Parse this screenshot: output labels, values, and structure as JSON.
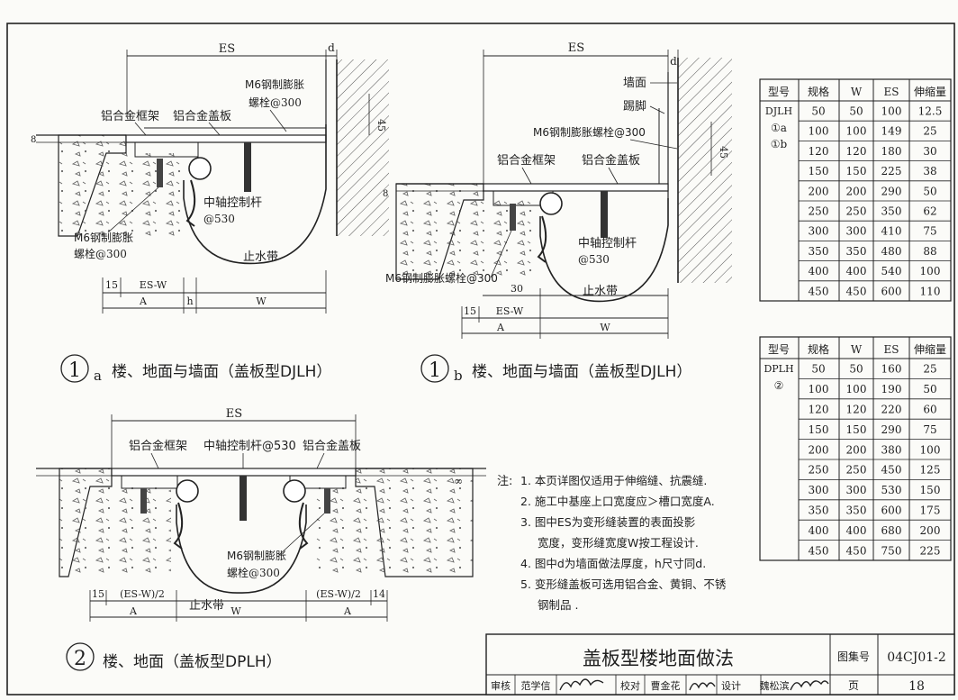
{
  "fig1a": {
    "dim_es": "ES",
    "dim_d": "d",
    "dim_45": "45",
    "dim_8": "8",
    "label_frame": "铝合金框架",
    "label_cover": "铝合金盖板",
    "label_bolt_top_1": "M6钢制膨胀",
    "label_bolt_top_2": "螺栓@300",
    "label_rod_1": "中轴控制杆",
    "label_rod_2": "@530",
    "label_bolt_bot_1": "M6钢制膨胀",
    "label_bolt_bot_2": "螺栓@300",
    "label_waterstop": "止水带",
    "dim_15": "15",
    "dim_esw": "ES-W",
    "dim_a": "A",
    "dim_h": "h",
    "dim_w": "W",
    "caption_num": "1",
    "caption_sub": "a",
    "caption_text": "楼、地面与墙面（盖板型DJLH）"
  },
  "fig1b": {
    "dim_es": "ES",
    "dim_d": "d",
    "dim_45": "45",
    "dim_8": "8",
    "label_wall": "墙面",
    "label_skirting": "踢脚",
    "label_bolt_top": "M6钢制膨胀螺栓@300",
    "label_frame": "铝合金框架",
    "label_cover": "铝合金盖板",
    "label_rod_1": "中轴控制杆",
    "label_rod_2": "@530",
    "label_bolt_bot": "M6钢制膨胀螺栓@300",
    "label_waterstop": "止水带",
    "dim_30": "30",
    "dim_15": "15",
    "dim_esw": "ES-W",
    "dim_a": "A",
    "dim_w": "W",
    "caption_num": "1",
    "caption_sub": "b",
    "caption_text": "楼、地面与墙面（盖板型DJLH）"
  },
  "fig2": {
    "dim_es": "ES",
    "label_frame": "铝合金框架",
    "label_rod": "中轴控制杆@530",
    "label_cover": "铝合金盖板",
    "label_bolt_1": "M6钢制膨胀",
    "label_bolt_2": "螺栓@300",
    "label_waterstop": "止水带",
    "dim_15": "15",
    "dim_half_left": "(ES-W)/2",
    "dim_half_right": "(ES-W)/2",
    "dim_14": "14",
    "dim_a_left": "A",
    "dim_w": "W",
    "dim_a_right": "A",
    "caption_num": "2",
    "caption_text": "楼、地面（盖板型DPLH）"
  },
  "table_djlh": {
    "headers": [
      "型号",
      "规格",
      "W",
      "ES",
      "伸缩量"
    ],
    "type_lines": [
      "DJLH",
      "①a",
      "①b"
    ],
    "rows": [
      [
        "50",
        "50",
        "100",
        "12.5"
      ],
      [
        "100",
        "100",
        "149",
        "25"
      ],
      [
        "120",
        "120",
        "180",
        "30"
      ],
      [
        "150",
        "150",
        "225",
        "38"
      ],
      [
        "200",
        "200",
        "290",
        "50"
      ],
      [
        "250",
        "250",
        "350",
        "62"
      ],
      [
        "300",
        "300",
        "410",
        "75"
      ],
      [
        "350",
        "350",
        "480",
        "88"
      ],
      [
        "400",
        "400",
        "540",
        "100"
      ],
      [
        "450",
        "450",
        "600",
        "110"
      ]
    ]
  },
  "table_dplh": {
    "headers": [
      "型号",
      "规格",
      "W",
      "ES",
      "伸缩量"
    ],
    "type_lines": [
      "DPLH",
      "②"
    ],
    "rows": [
      [
        "50",
        "50",
        "160",
        "25"
      ],
      [
        "100",
        "100",
        "190",
        "50"
      ],
      [
        "120",
        "120",
        "220",
        "60"
      ],
      [
        "150",
        "150",
        "290",
        "75"
      ],
      [
        "200",
        "200",
        "380",
        "100"
      ],
      [
        "250",
        "250",
        "450",
        "125"
      ],
      [
        "300",
        "300",
        "530",
        "150"
      ],
      [
        "350",
        "350",
        "600",
        "175"
      ],
      [
        "400",
        "400",
        "680",
        "200"
      ],
      [
        "450",
        "450",
        "750",
        "225"
      ]
    ]
  },
  "notes": {
    "title": "注:",
    "lines": [
      "1. 本页详图仅适用于伸缩缝、抗震缝.",
      "2. 施工中基座上口宽度应＞槽口宽度A.",
      "3. 图中ES为变形缝装置的表面投影",
      "宽度，变形缝宽度W按工程设计.",
      "4. 图中d为墙面做法厚度，h尺寸同d.",
      "5. 变形缝盖板可选用铝合金、黄铜、不锈",
      "钢制品 ."
    ]
  },
  "title_block": {
    "title": "盖板型楼地面做法",
    "atlas_label": "图集号",
    "atlas_no": "04CJ01-2",
    "page_label": "页",
    "page_no": "18",
    "signoff": [
      "审核",
      "范学信",
      "校对",
      "曹金花",
      "设计",
      "魏松滨"
    ]
  },
  "colors": {
    "ink": "#1e1e1e",
    "hatch": "#555555",
    "paper": "#fbfbf8"
  }
}
